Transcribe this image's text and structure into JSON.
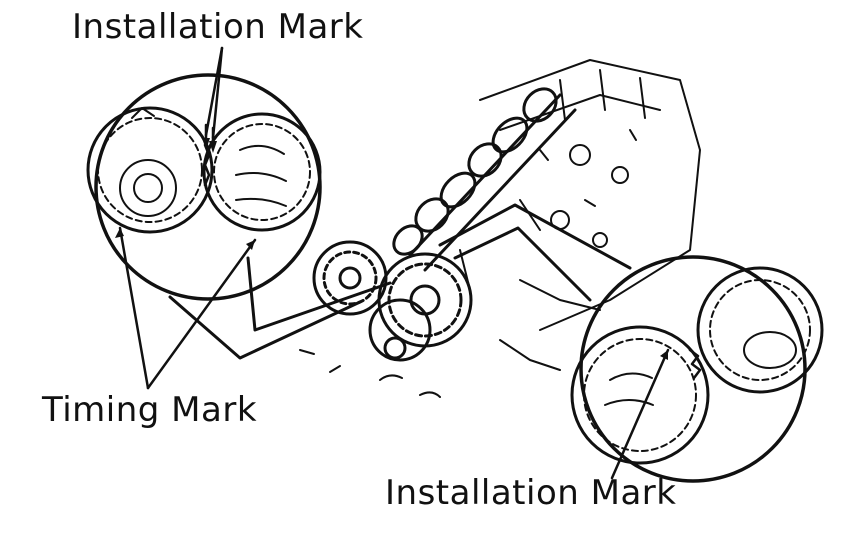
{
  "labels": {
    "installation_mark_top": "Installation Mark",
    "timing_mark": "Timing Mark",
    "installation_mark_bottom": "Installation Mark"
  },
  "colors": {
    "ink": "#111111",
    "background": "#ffffff"
  }
}
